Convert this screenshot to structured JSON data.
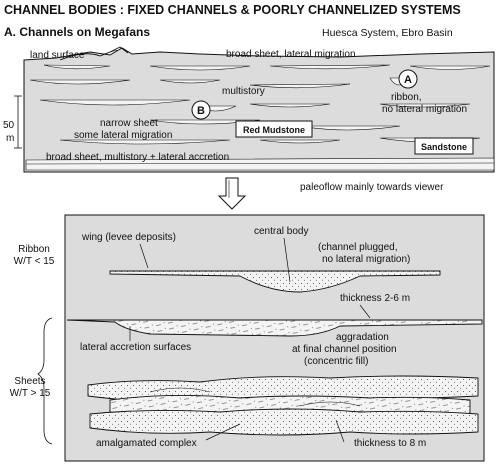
{
  "title": "CHANNEL BODIES : FIXED CHANNELS & POORLY CHANNELIZED SYSTEMS",
  "section_a": {
    "heading": "A. Channels on Megafans",
    "location": "Huesca System, Ebro Basin",
    "labels": {
      "land_surface": "land surface",
      "broad_sheet_lateral": "broad sheet, lateral migration",
      "multistory": "multistory",
      "ribbon_line1": "ribbon,",
      "ribbon_line2": "no lateral migration",
      "narrow_sheet_line1": "narrow sheet",
      "narrow_sheet_line2": "some lateral migration",
      "broad_sheet_multistory": "broad sheet, multistory + lateral accretion",
      "scale": "50",
      "scale_unit": "m",
      "marker_a": "A",
      "marker_b": "B"
    },
    "legend": {
      "red_mudstone": "Red Mudstone",
      "sandstone": "Sandstone"
    },
    "paleoflow": "paleoflow mainly towards viewer"
  },
  "section_detail": {
    "ribbon_label_line1": "Ribbon",
    "ribbon_label_line2": "W/T < 15",
    "sheets_label_line1": "Sheets",
    "sheets_label_line2": "W/T > 15",
    "wing": "wing (levee deposits)",
    "central_body": "central body",
    "plugged_line1": "(channel plugged,",
    "plugged_line2": "no lateral migration)",
    "thickness_ribbon": "thickness 2-6 m",
    "lateral_accretion": "lateral accretion surfaces",
    "aggradation_line1": "aggradation",
    "aggradation_line2": "at final channel position",
    "aggradation_line3": "(concentric fill)",
    "amalgamated": "amalgamated complex",
    "thickness_sheets": "thickness to 8 m"
  },
  "colors": {
    "panel_fill": "#dcdcdc",
    "sand_fill": "#f2f2f2",
    "line": "#111111"
  }
}
